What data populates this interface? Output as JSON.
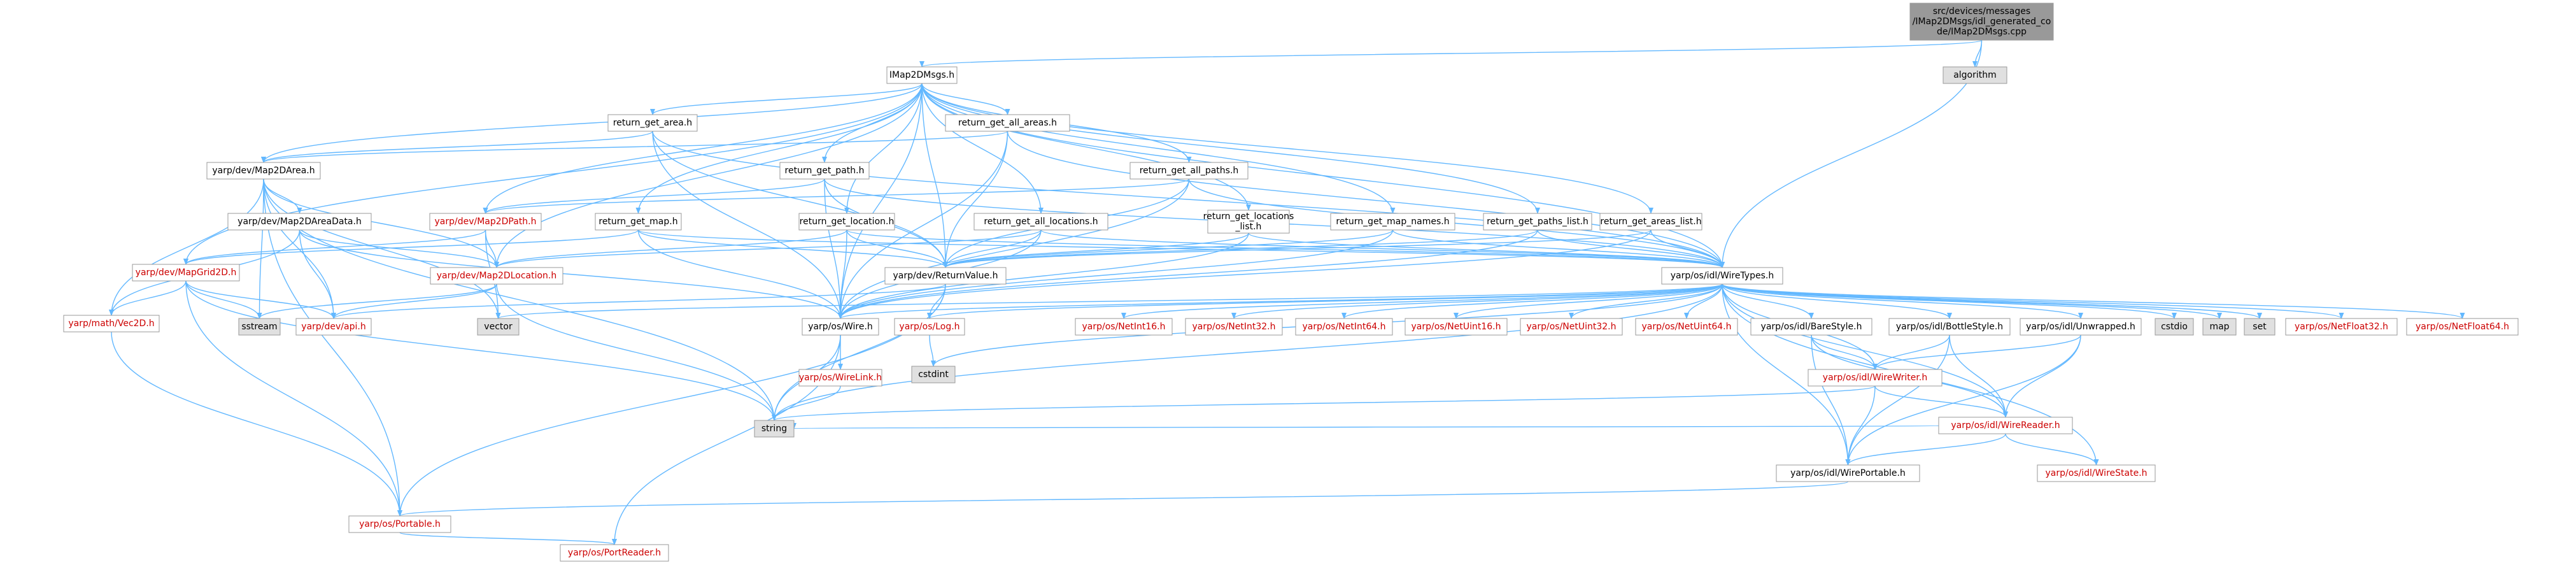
{
  "colors": {
    "edge": "#63b8ff",
    "node_fill": "#ffffff",
    "node_border": "#999999",
    "root_fill": "#999999",
    "system_fill": "#e0e0e0",
    "truncated_border": "#ff0000",
    "text": "#000000",
    "truncated_text": "#cc0000"
  },
  "nodes": [
    {
      "id": "root",
      "label": "src/devices/messages/IMap2DMsgs/idl_generated_code/IMap2DMsgs.cpp",
      "kind": "root"
    },
    {
      "id": "algorithm",
      "label": "algorithm",
      "kind": "system"
    },
    {
      "id": "imap2dmsgs",
      "label": "IMap2DMsgs.h",
      "kind": "normal"
    },
    {
      "id": "ret_area",
      "label": "return_get_area.h",
      "kind": "normal"
    },
    {
      "id": "ret_all_areas",
      "label": "return_get_all_areas.h",
      "kind": "normal"
    },
    {
      "id": "map2darea",
      "label": "yarp/dev/Map2DArea.h",
      "kind": "normal"
    },
    {
      "id": "ret_path",
      "label": "return_get_path.h",
      "kind": "normal"
    },
    {
      "id": "ret_all_paths",
      "label": "return_get_all_paths.h",
      "kind": "normal"
    },
    {
      "id": "areadata",
      "label": "yarp/dev/Map2DAreaData.h",
      "kind": "normal"
    },
    {
      "id": "map2dpath",
      "label": "yarp/dev/Map2DPath.h",
      "kind": "truncated"
    },
    {
      "id": "ret_map",
      "label": "return_get_map.h",
      "kind": "normal"
    },
    {
      "id": "ret_location",
      "label": "return_get_location.h",
      "kind": "normal"
    },
    {
      "id": "ret_all_loc",
      "label": "return_get_all_locations.h",
      "kind": "normal"
    },
    {
      "id": "ret_loc_list",
      "label": "return_get_locations\n_list.h",
      "kind": "normal"
    },
    {
      "id": "ret_map_names",
      "label": "return_get_map_names.h",
      "kind": "normal"
    },
    {
      "id": "ret_paths_list",
      "label": "return_get_paths_list.h",
      "kind": "normal"
    },
    {
      "id": "ret_areas_list",
      "label": "return_get_areas_list.h",
      "kind": "normal"
    },
    {
      "id": "mapgrid2d",
      "label": "yarp/dev/MapGrid2D.h",
      "kind": "truncated"
    },
    {
      "id": "map2dlocation",
      "label": "yarp/dev/Map2DLocation.h",
      "kind": "truncated"
    },
    {
      "id": "returnvalue",
      "label": "yarp/dev/ReturnValue.h",
      "kind": "normal"
    },
    {
      "id": "wiretypes",
      "label": "yarp/os/idl/WireTypes.h",
      "kind": "normal"
    },
    {
      "id": "vec2d",
      "label": "yarp/math/Vec2D.h",
      "kind": "truncated"
    },
    {
      "id": "sstream",
      "label": "sstream",
      "kind": "system"
    },
    {
      "id": "api",
      "label": "yarp/dev/api.h",
      "kind": "truncated"
    },
    {
      "id": "vector",
      "label": "vector",
      "kind": "system"
    },
    {
      "id": "wire",
      "label": "yarp/os/Wire.h",
      "kind": "normal"
    },
    {
      "id": "log",
      "label": "yarp/os/Log.h",
      "kind": "truncated"
    },
    {
      "id": "cstdint",
      "label": "cstdint",
      "kind": "system"
    },
    {
      "id": "netint16",
      "label": "yarp/os/NetInt16.h",
      "kind": "truncated"
    },
    {
      "id": "netint32",
      "label": "yarp/os/NetInt32.h",
      "kind": "truncated"
    },
    {
      "id": "netint64",
      "label": "yarp/os/NetInt64.h",
      "kind": "truncated"
    },
    {
      "id": "netuint16",
      "label": "yarp/os/NetUint16.h",
      "kind": "truncated"
    },
    {
      "id": "netuint32",
      "label": "yarp/os/NetUint32.h",
      "kind": "truncated"
    },
    {
      "id": "netuint64",
      "label": "yarp/os/NetUint64.h",
      "kind": "truncated"
    },
    {
      "id": "barestyle",
      "label": "yarp/os/idl/BareStyle.h",
      "kind": "normal"
    },
    {
      "id": "bottlestyle",
      "label": "yarp/os/idl/BottleStyle.h",
      "kind": "normal"
    },
    {
      "id": "unwrapped",
      "label": "yarp/os/idl/Unwrapped.h",
      "kind": "normal"
    },
    {
      "id": "cstdio",
      "label": "cstdio",
      "kind": "system"
    },
    {
      "id": "map",
      "label": "map",
      "kind": "system"
    },
    {
      "id": "set",
      "label": "set",
      "kind": "system"
    },
    {
      "id": "netfloat32",
      "label": "yarp/os/NetFloat32.h",
      "kind": "truncated"
    },
    {
      "id": "netfloat64",
      "label": "yarp/os/NetFloat64.h",
      "kind": "truncated"
    },
    {
      "id": "wirewriter",
      "label": "yarp/os/idl/WireWriter.h",
      "kind": "truncated"
    },
    {
      "id": "wirereader",
      "label": "yarp/os/idl/WireReader.h",
      "kind": "truncated"
    },
    {
      "id": "wirelink",
      "label": "yarp/os/WireLink.h",
      "kind": "truncated"
    },
    {
      "id": "string",
      "label": "string",
      "kind": "system"
    },
    {
      "id": "wirestate",
      "label": "yarp/os/idl/WireState.h",
      "kind": "truncated"
    },
    {
      "id": "wireportable",
      "label": "yarp/os/idl/WirePortable.h",
      "kind": "normal"
    },
    {
      "id": "portable",
      "label": "yarp/os/Portable.h",
      "kind": "truncated"
    },
    {
      "id": "portreader",
      "label": "yarp/os/PortReader.h",
      "kind": "truncated"
    }
  ],
  "edges": [
    [
      "root",
      "imap2dmsgs"
    ],
    [
      "root",
      "algorithm"
    ],
    [
      "root",
      "wiretypes"
    ],
    [
      "imap2dmsgs",
      "ret_area"
    ],
    [
      "imap2dmsgs",
      "ret_all_areas"
    ],
    [
      "imap2dmsgs",
      "map2darea"
    ],
    [
      "imap2dmsgs",
      "ret_path"
    ],
    [
      "imap2dmsgs",
      "ret_all_paths"
    ],
    [
      "imap2dmsgs",
      "map2dpath"
    ],
    [
      "imap2dmsgs",
      "ret_map"
    ],
    [
      "imap2dmsgs",
      "ret_location"
    ],
    [
      "imap2dmsgs",
      "ret_all_loc"
    ],
    [
      "imap2dmsgs",
      "ret_loc_list"
    ],
    [
      "imap2dmsgs",
      "ret_map_names"
    ],
    [
      "imap2dmsgs",
      "ret_paths_list"
    ],
    [
      "imap2dmsgs",
      "ret_areas_list"
    ],
    [
      "imap2dmsgs",
      "mapgrid2d"
    ],
    [
      "imap2dmsgs",
      "map2dlocation"
    ],
    [
      "imap2dmsgs",
      "returnvalue"
    ],
    [
      "imap2dmsgs",
      "wiretypes"
    ],
    [
      "imap2dmsgs",
      "wire"
    ],
    [
      "ret_area",
      "map2darea"
    ],
    [
      "ret_area",
      "returnvalue"
    ],
    [
      "ret_area",
      "wire"
    ],
    [
      "ret_area",
      "wiretypes"
    ],
    [
      "ret_all_areas",
      "map2darea"
    ],
    [
      "ret_all_areas",
      "returnvalue"
    ],
    [
      "ret_all_areas",
      "wire"
    ],
    [
      "ret_all_areas",
      "wiretypes"
    ],
    [
      "map2darea",
      "areadata"
    ],
    [
      "map2darea",
      "map2dlocation"
    ],
    [
      "map2darea",
      "vec2d"
    ],
    [
      "map2darea",
      "api"
    ],
    [
      "map2darea",
      "vector"
    ],
    [
      "map2darea",
      "string"
    ],
    [
      "map2darea",
      "portable"
    ],
    [
      "map2darea",
      "sstream"
    ],
    [
      "ret_path",
      "map2dpath"
    ],
    [
      "ret_path",
      "returnvalue"
    ],
    [
      "ret_path",
      "wire"
    ],
    [
      "ret_path",
      "wiretypes"
    ],
    [
      "ret_all_paths",
      "map2dpath"
    ],
    [
      "ret_all_paths",
      "returnvalue"
    ],
    [
      "ret_all_paths",
      "wire"
    ],
    [
      "ret_all_paths",
      "wiretypes"
    ],
    [
      "areadata",
      "map2dlocation"
    ],
    [
      "areadata",
      "vec2d"
    ],
    [
      "areadata",
      "api"
    ],
    [
      "areadata",
      "wire"
    ],
    [
      "map2dpath",
      "map2dlocation"
    ],
    [
      "map2dpath",
      "vector"
    ],
    [
      "map2dpath",
      "mapgrid2d"
    ],
    [
      "ret_map",
      "mapgrid2d"
    ],
    [
      "ret_map",
      "returnvalue"
    ],
    [
      "ret_map",
      "wire"
    ],
    [
      "ret_map",
      "wiretypes"
    ],
    [
      "ret_location",
      "map2dlocation"
    ],
    [
      "ret_location",
      "returnvalue"
    ],
    [
      "ret_location",
      "wire"
    ],
    [
      "ret_location",
      "wiretypes"
    ],
    [
      "ret_all_loc",
      "map2dlocation"
    ],
    [
      "ret_all_loc",
      "returnvalue"
    ],
    [
      "ret_all_loc",
      "wire"
    ],
    [
      "ret_all_loc",
      "wiretypes"
    ],
    [
      "ret_loc_list",
      "returnvalue"
    ],
    [
      "ret_loc_list",
      "wire"
    ],
    [
      "ret_loc_list",
      "wiretypes"
    ],
    [
      "ret_map_names",
      "returnvalue"
    ],
    [
      "ret_map_names",
      "wire"
    ],
    [
      "ret_map_names",
      "wiretypes"
    ],
    [
      "ret_paths_list",
      "returnvalue"
    ],
    [
      "ret_paths_list",
      "wire"
    ],
    [
      "ret_paths_list",
      "wiretypes"
    ],
    [
      "ret_areas_list",
      "returnvalue"
    ],
    [
      "ret_areas_list",
      "wire"
    ],
    [
      "ret_areas_list",
      "wiretypes"
    ],
    [
      "mapgrid2d",
      "vec2d"
    ],
    [
      "mapgrid2d",
      "api"
    ],
    [
      "mapgrid2d",
      "string"
    ],
    [
      "mapgrid2d",
      "portable"
    ],
    [
      "mapgrid2d",
      "sstream"
    ],
    [
      "map2dlocation",
      "api"
    ],
    [
      "map2dlocation",
      "string"
    ],
    [
      "map2dlocation",
      "sstream"
    ],
    [
      "returnvalue",
      "api"
    ],
    [
      "returnvalue",
      "log"
    ],
    [
      "returnvalue",
      "portable"
    ],
    [
      "returnvalue",
      "string"
    ],
    [
      "vec2d",
      "portable"
    ],
    [
      "wire",
      "wirelink"
    ],
    [
      "wire",
      "portreader"
    ],
    [
      "wire",
      "string"
    ],
    [
      "wirelink",
      "string"
    ],
    [
      "log",
      "cstdint"
    ],
    [
      "portable",
      "portreader"
    ],
    [
      "wiretypes",
      "wire"
    ],
    [
      "wiretypes",
      "log"
    ],
    [
      "wiretypes",
      "vector"
    ],
    [
      "wiretypes",
      "string"
    ],
    [
      "wiretypes",
      "cstdint"
    ],
    [
      "wiretypes",
      "netint16"
    ],
    [
      "wiretypes",
      "netint32"
    ],
    [
      "wiretypes",
      "netint64"
    ],
    [
      "wiretypes",
      "netuint16"
    ],
    [
      "wiretypes",
      "netuint32"
    ],
    [
      "wiretypes",
      "netuint64"
    ],
    [
      "wiretypes",
      "barestyle"
    ],
    [
      "wiretypes",
      "bottlestyle"
    ],
    [
      "wiretypes",
      "unwrapped"
    ],
    [
      "wiretypes",
      "cstdio"
    ],
    [
      "wiretypes",
      "map"
    ],
    [
      "wiretypes",
      "set"
    ],
    [
      "wiretypes",
      "netfloat32"
    ],
    [
      "wiretypes",
      "netfloat64"
    ],
    [
      "wiretypes",
      "wirewriter"
    ],
    [
      "wiretypes",
      "wirereader"
    ],
    [
      "wiretypes",
      "wirestate"
    ],
    [
      "wiretypes",
      "wireportable"
    ],
    [
      "barestyle",
      "wirewriter"
    ],
    [
      "barestyle",
      "wirereader"
    ],
    [
      "barestyle",
      "wireportable"
    ],
    [
      "bottlestyle",
      "wirewriter"
    ],
    [
      "bottlestyle",
      "wirereader"
    ],
    [
      "bottlestyle",
      "wireportable"
    ],
    [
      "unwrapped",
      "wirewriter"
    ],
    [
      "unwrapped",
      "wirereader"
    ],
    [
      "unwrapped",
      "wireportable"
    ],
    [
      "wirewriter",
      "wirereader"
    ],
    [
      "wirewriter",
      "string"
    ],
    [
      "wirewriter",
      "wireportable"
    ],
    [
      "wirereader",
      "wirestate"
    ],
    [
      "wirereader",
      "wireportable"
    ],
    [
      "wirereader",
      "string"
    ],
    [
      "wireportable",
      "portable"
    ]
  ]
}
